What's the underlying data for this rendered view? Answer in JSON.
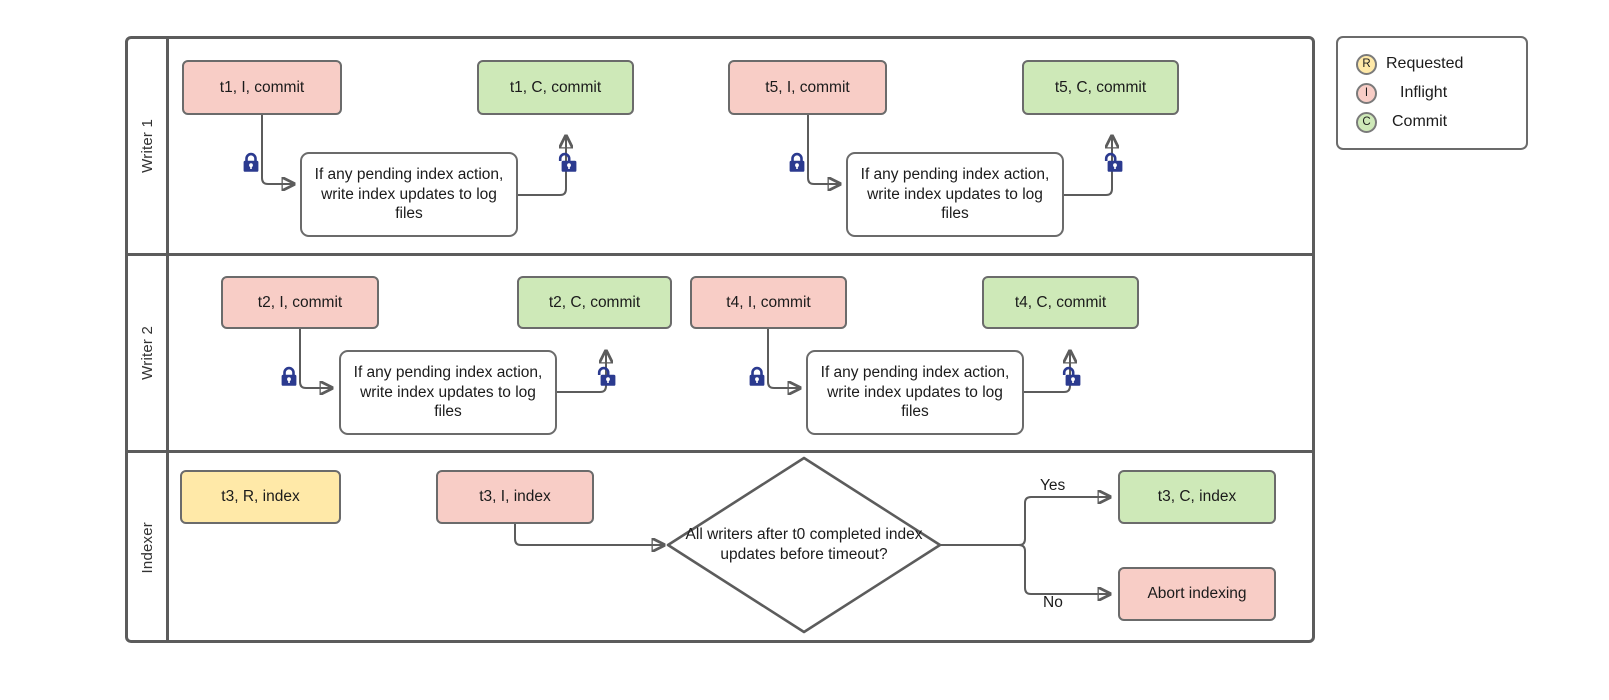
{
  "diagram": {
    "title": "Writer / Indexer swimlane flow",
    "colors": {
      "inflight": "#f8cdc6",
      "commit": "#cee9b8",
      "requested": "#ffe9a8",
      "stroke": "#5c5c5c",
      "lock": "#2b3a8f"
    }
  },
  "lanes": [
    {
      "id": "writer1",
      "label": "Writer 1"
    },
    {
      "id": "writer2",
      "label": "Writer 2"
    },
    {
      "id": "indexer",
      "label": "Indexer"
    }
  ],
  "nodes": {
    "w1_t1_i": "t1, I, commit",
    "w1_t1_c": "t1, C, commit",
    "w1_t5_i": "t5, I, commit",
    "w1_t5_c": "t5, C, commit",
    "w1_proc_a": "If any pending index action, write index updates to log files",
    "w1_proc_b": "If any pending index action, write index updates to log files",
    "w2_t2_i": "t2, I, commit",
    "w2_t2_c": "t2, C, commit",
    "w2_t4_i": "t4, I, commit",
    "w2_t4_c": "t4, C, commit",
    "w2_proc_a": "If any pending index action, write index updates to log files",
    "w2_proc_b": "If any pending index action, write index updates to log files",
    "ix_t3_r": "t3, R, index",
    "ix_t3_i": "t3, I, index",
    "ix_decision": "All writers after t0 completed index updates before timeout?",
    "ix_t3_c": "t3, C, index",
    "ix_abort": "Abort indexing"
  },
  "edge_labels": {
    "yes": "Yes",
    "no": "No"
  },
  "icons": {
    "lock_closed": "lock-closed-icon",
    "lock_open": "lock-open-icon"
  },
  "legend": {
    "items": [
      {
        "key": "R",
        "label": "Requested",
        "state": "requested"
      },
      {
        "key": "I",
        "label": "Inflight",
        "state": "inflight"
      },
      {
        "key": "C",
        "label": "Commit",
        "state": "commit"
      }
    ]
  }
}
